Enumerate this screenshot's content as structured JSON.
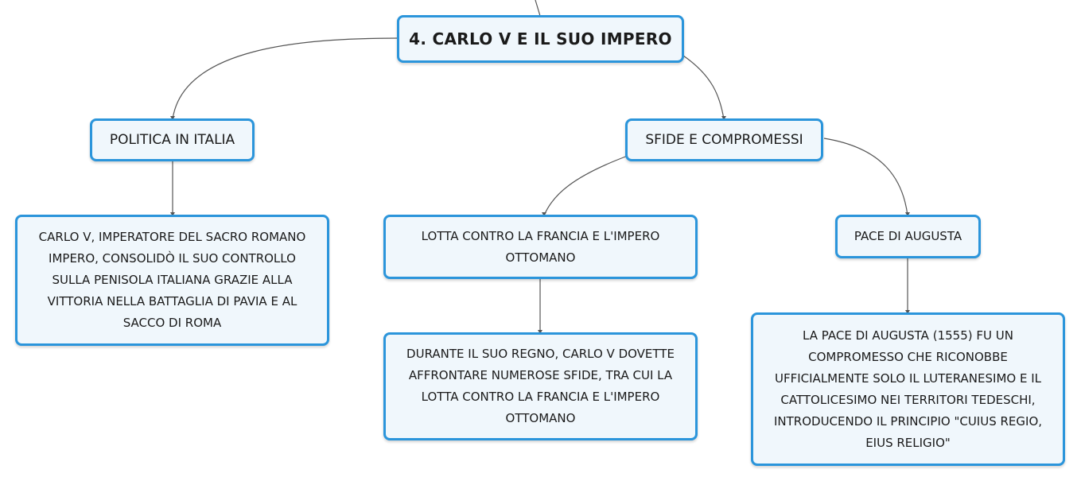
{
  "nodes": {
    "root": "4. CARLO V E IL SUO IMPERO",
    "politica": "POLITICA IN ITALIA",
    "sfide": "SFIDE E COMPROMESSI",
    "politica_detail": "CARLO V, IMPERATORE DEL SACRO ROMANO\nIMPERO, CONSOLIDÒ IL SUO CONTROLLO\nSULLA PENISOLA ITALIANA GRAZIE ALLA\nVITTORIA NELLA BATTAGLIA DI PAVIA E AL\nSACCO DI ROMA",
    "lotta": "LOTTA CONTRO LA FRANCIA E L'IMPERO\nOTTOMANO",
    "lotta_detail": "DURANTE IL SUO REGNO, CARLO V DOVETTE\nAFFRONTARE NUMEROSE SFIDE, TRA CUI LA\nLOTTA CONTRO LA FRANCIA E L'IMPERO\nOTTOMANO",
    "pace": "PACE DI AUGUSTA",
    "pace_detail": "LA PACE DI AUGUSTA (1555) FU UN\nCOMPROMESSO CHE RICONOBBE\nUFFICIALMENTE SOLO IL LUTERANESIMO E IL\nCATTOLICESIMO NEI TERRITORI TEDESCHI,\nINTRODUCENDO IL PRINCIPIO \"CUIUS REGIO,\nEIUS RELIGIO\""
  },
  "colors": {
    "node_border": "#2b95db",
    "node_fill": "#f0f7fc",
    "connector": "#555555"
  }
}
